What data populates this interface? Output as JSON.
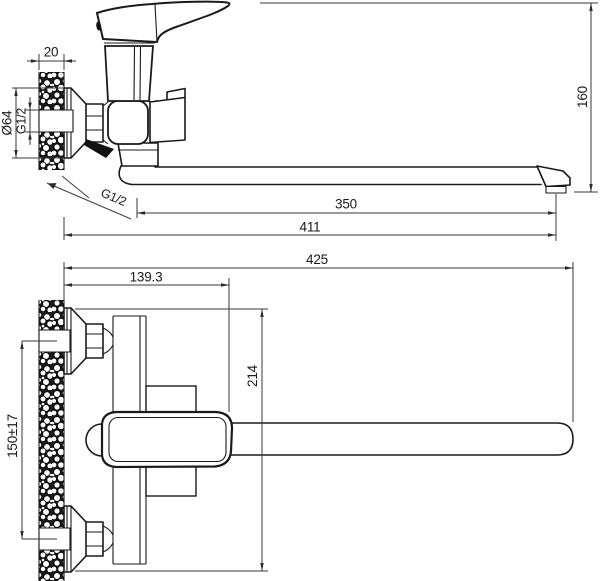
{
  "page": {
    "background": "#ffffff",
    "line_color": "#1a1a1a"
  },
  "drawing": {
    "type": "technical-dimension-drawing",
    "subject": "wall-mounted single-lever mixer tap with long swivel spout",
    "views": {
      "side": {
        "dimensions": {
          "wall_thickness": "20",
          "escutcheon_diameter": "Ø64",
          "inlet_thread": "G1/2",
          "shower_outlet_thread": "G1/2",
          "overall_height": "160",
          "spout_reach_from_body": "350",
          "spout_reach_from_wall": "411"
        }
      },
      "plan": {
        "dimensions": {
          "overall_length": "425",
          "wall_to_cartridge_axis": "139.3",
          "overall_depth": "214",
          "inlet_centre_distance": "150±17"
        }
      }
    }
  }
}
